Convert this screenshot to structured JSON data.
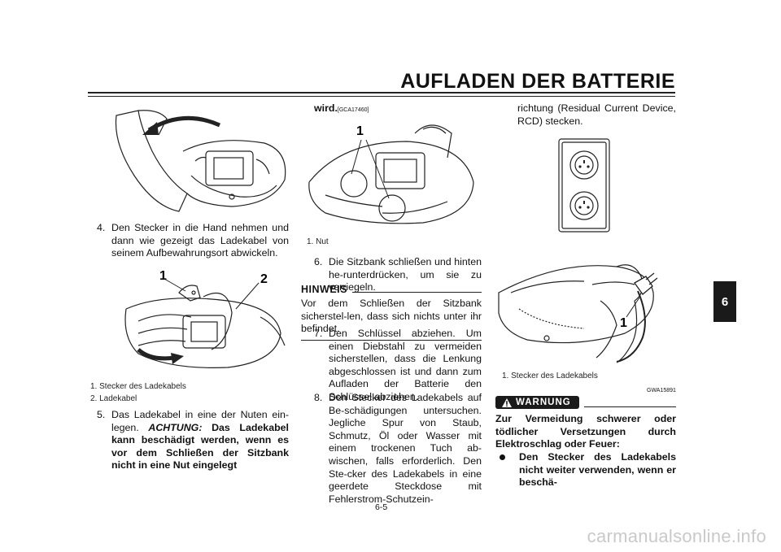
{
  "header": {
    "title": "AUFLADEN DER BATTERIE"
  },
  "chapter_tab": "6",
  "column1": {
    "step4_num": "4.",
    "step4_text": "Den Stecker in die Hand nehmen und dann wie gezeigt das Ladekabel von seinem Aufbewahrungsort abwickeln.",
    "fig2_callout1": "1",
    "fig2_callout2": "2",
    "caption1": "1.  Stecker des Ladekabels",
    "caption2": "2.  Ladekabel",
    "step5_num": "5.",
    "step5_text": "Das Ladekabel in eine der Nuten ein-legen.",
    "step5_caution_label": "ACHTUNG:",
    "step5_caution_text": "Das Ladekabel kann beschädigt werden, wenn es vor dem Schließen der Sitzbank nicht in eine Nut eingelegt"
  },
  "column2": {
    "cont_text": "wird.",
    "cont_code": "[GCA17460]",
    "fig_callout": "1",
    "caption": "1.  Nut",
    "step6_num": "6.",
    "step6_text": "Die Sitzbank schließen und hinten he-runterdrücken, um sie zu verriegeln.",
    "hinweis_label": "HINWEIS",
    "hinweis_text": "Vor dem Schließen der Sitzbank sicherstel-len, dass sich nichts unter ihr befindet.",
    "step7_num": "7.",
    "step7_text": "Den Schlüssel abziehen. Um einen Diebstahl zu vermeiden sicherstellen, dass die Lenkung abgeschlossen ist und dann zum Aufladen der Batterie den Schlüssel abziehen.",
    "step8_num": "8.",
    "step8_text": "Den Stecker des Ladekabels auf Be-schädigungen untersuchen. Jegliche Spur von Staub, Schmutz, Öl oder Wasser mit einem trockenen Tuch ab-wischen, falls erforderlich. Den Ste-cker des Ladekabels in eine geerdete Steckdose mit Fehlerstrom-Schutzein-"
  },
  "column3": {
    "cont_text": "richtung (Residual Current Device, RCD) stecken.",
    "fig_callout": "1",
    "caption": "1.  Stecker des Ladekabels",
    "warning_code": "GWA15891",
    "warning_label": "WARNUNG",
    "warning_lead": "Zur Vermeidung schwerer oder tödlicher Versetzungen durch Elektroschlag oder Feuer:",
    "bullet1": "Den Stecker des Ladekabels nicht weiter verwenden, wenn er beschä-"
  },
  "footer": {
    "page_number": "6-5"
  },
  "watermark": "carmanualsonline.info"
}
